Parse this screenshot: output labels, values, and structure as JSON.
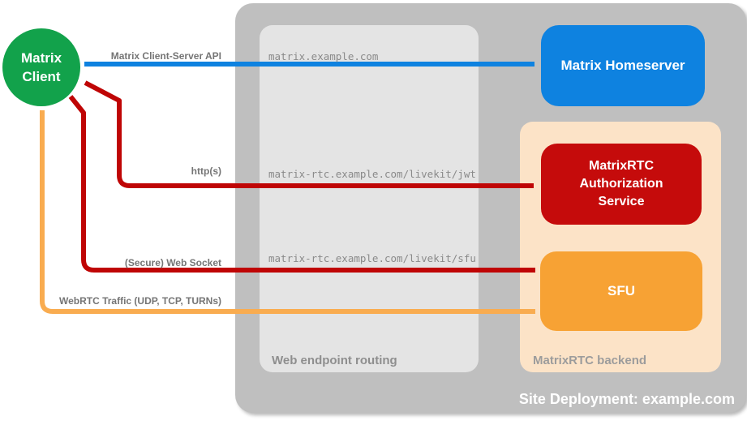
{
  "diagram": {
    "title": "Site Deployment: example.com",
    "type": "architecture-diagram"
  },
  "containers": {
    "site_deployment": {
      "label": "Site Deployment: example.com",
      "color": "#bfbfbf"
    },
    "web_endpoint_routing": {
      "label": "Web endpoint routing",
      "color": "#e4e4e4"
    },
    "matrixrtc_backend": {
      "label": "MatrixRTC backend",
      "color": "#fce3c7"
    }
  },
  "nodes": {
    "matrix_client": {
      "label": "Matrix\nClient",
      "shape": "circle",
      "color": "#12a24b"
    },
    "matrix_homeserver": {
      "label": "Matrix Homeserver",
      "shape": "rounded-rect",
      "color": "#0e82e0"
    },
    "matrixrtc_auth_service": {
      "label": "MatrixRTC\nAuthorization\nService",
      "shape": "rounded-rect",
      "color": "#c50b0b"
    },
    "sfu": {
      "label": "SFU",
      "shape": "rounded-rect",
      "color": "#f7a234"
    }
  },
  "endpoints": {
    "homeserver_url": "matrix.example.com",
    "jwt_url": "matrix-rtc.example.com/livekit/jwt",
    "sfu_url": "matrix-rtc.example.com/livekit/sfu"
  },
  "connections": [
    {
      "label": "Matrix Client-Server API",
      "from": "Matrix Client",
      "to": "Matrix Homeserver",
      "color": "#0e82e0",
      "bidirectional": true
    },
    {
      "label": "http(s)",
      "from": "Matrix Client",
      "to": "MatrixRTC Authorization Service",
      "color": "#bf0505",
      "bidirectional": true
    },
    {
      "label": "(Secure) Web Socket",
      "from": "Matrix Client",
      "to": "SFU",
      "color": "#bf0505",
      "bidirectional": true
    },
    {
      "label": "WebRTC Traffic (UDP, TCP, TURNs)",
      "from": "Matrix Client",
      "to": "SFU",
      "color": "#f9ac50",
      "bidirectional": true
    }
  ]
}
